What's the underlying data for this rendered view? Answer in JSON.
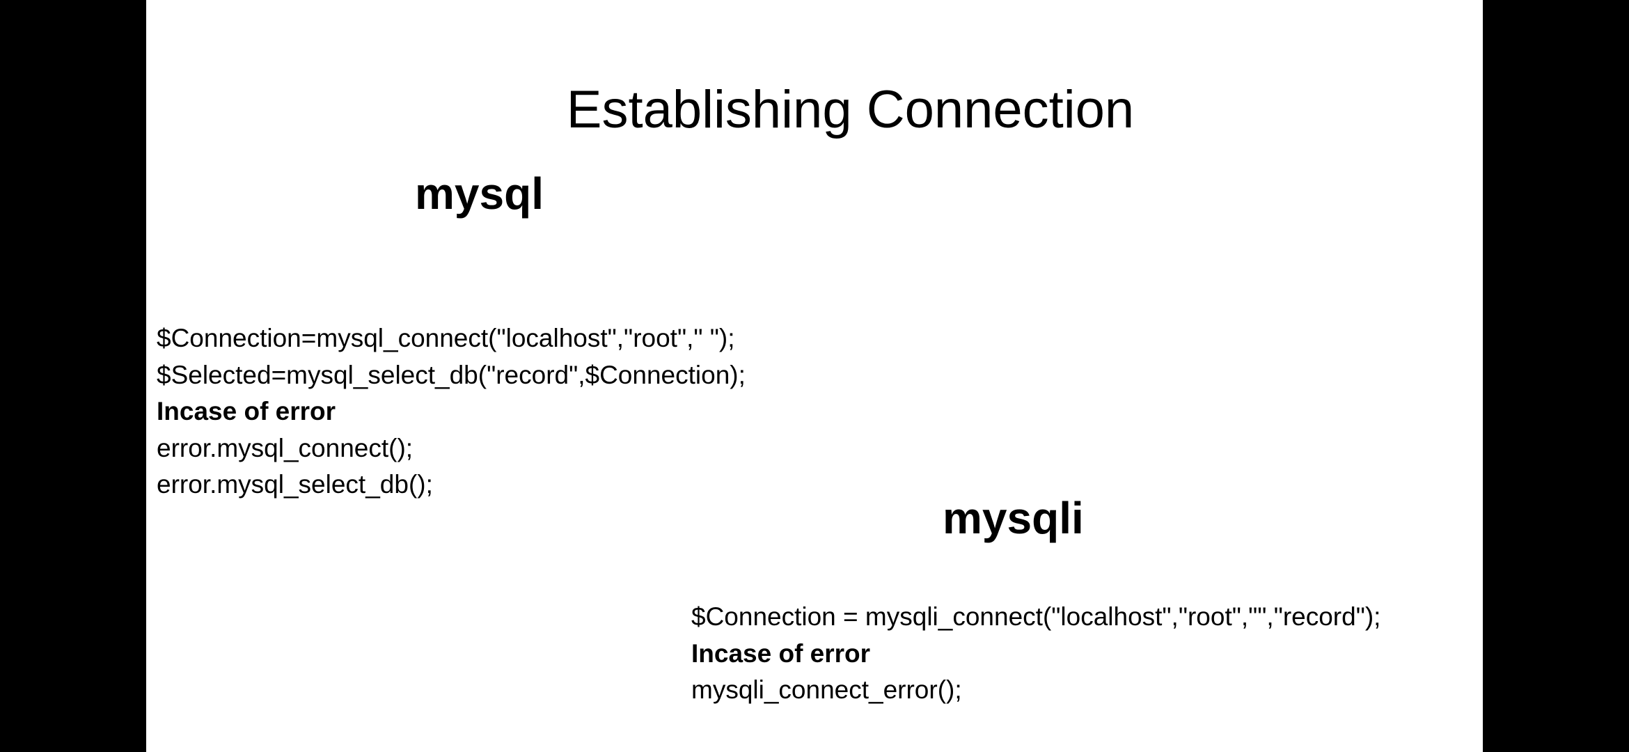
{
  "slide": {
    "title": "Establishing Connection",
    "mysql": {
      "heading": "mysql",
      "lines": [
        "$Connection=mysql_connect(\"localhost\",\"root\",\" \");",
        "$Selected=mysql_select_db(\"record\",$Connection);",
        "Incase of error",
        "error.mysql_connect();",
        "error.mysql_select_db();"
      ]
    },
    "mysqli": {
      "heading": "mysqli",
      "lines": [
        "$Connection = mysqli_connect(\"localhost\",\"root\",\"\",\"record\");",
        "Incase of error",
        "mysqli_connect_error();"
      ]
    }
  },
  "colors": {
    "letterbox": "#000000",
    "slide_background": "#ffffff",
    "text": "#000000"
  }
}
